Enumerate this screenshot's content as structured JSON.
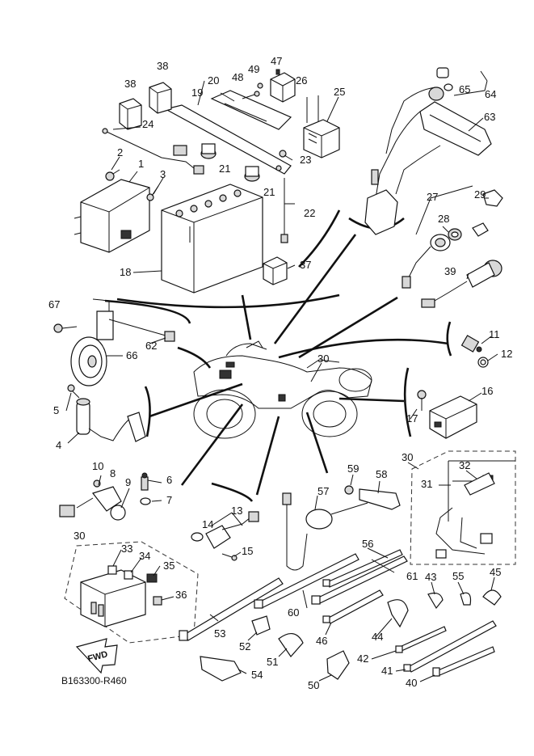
{
  "diagram": {
    "drawing_code": "B163300-R460",
    "forward_arrow_label": "FWD",
    "callouts": [
      "1",
      "2",
      "3",
      "4",
      "5",
      "6",
      "7",
      "8",
      "9",
      "10",
      "11",
      "12",
      "13",
      "14",
      "15",
      "16",
      "17",
      "18",
      "19",
      "20",
      "21",
      "21",
      "22",
      "23",
      "24",
      "25",
      "26",
      "27",
      "28",
      "29",
      "30",
      "30",
      "30",
      "31",
      "32",
      "33",
      "34",
      "35",
      "36",
      "37",
      "38",
      "38",
      "39",
      "40",
      "41",
      "42",
      "43",
      "44",
      "45",
      "46",
      "47",
      "48",
      "49",
      "50",
      "51",
      "52",
      "53",
      "54",
      "55",
      "56",
      "57",
      "58",
      "59",
      "60",
      "61",
      "62",
      "63",
      "64",
      "65",
      "66",
      "67"
    ]
  }
}
